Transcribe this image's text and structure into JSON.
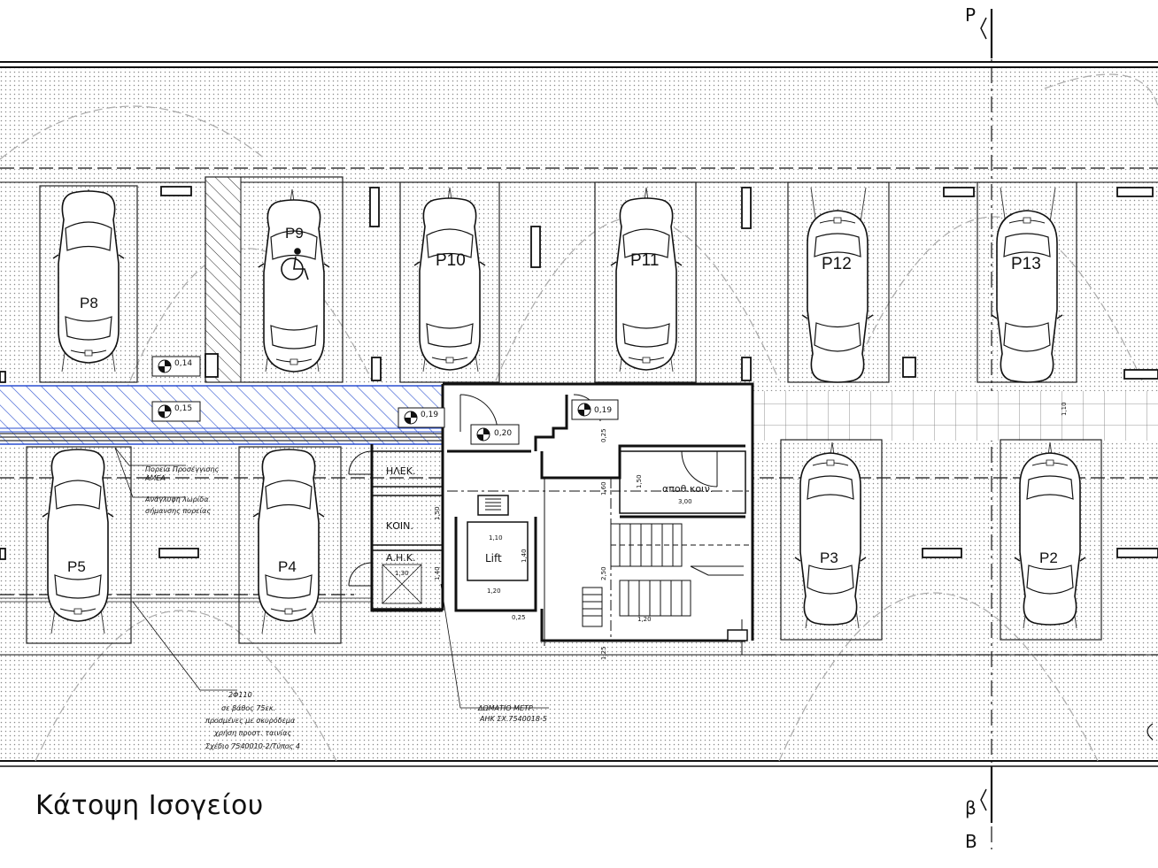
{
  "title": "Κάτοψη Ισογείου",
  "section_marks": {
    "top": "Ρ",
    "bottom_1": "β",
    "bottom_2": "Β"
  },
  "spaces_top": [
    "P8",
    "P9",
    "P10",
    "P11",
    "P12",
    "P13"
  ],
  "spaces_bottom": [
    "P5",
    "P4",
    "P3",
    "P2"
  ],
  "rooms": {
    "elec": "ΗΛΕΚ.",
    "common": "ΚΟΙΝ.",
    "ahk": "Α.Η.Κ.",
    "lift": "Lift",
    "storage": "αποθ.κοιν."
  },
  "levels": [
    "0,14",
    "0,15",
    "0,19",
    "0,20",
    "0,19"
  ],
  "dims": {
    "lift_w": "1,10",
    "lift_base": "1,20",
    "lift_side": "1,40",
    "stair_h1": "1,60",
    "stair_h2": "2,50",
    "storage_h": "1,50",
    "storage_w": "3,00",
    "d1": "0,25",
    "d2": "1,20",
    "d3": "1,40",
    "d4": "1,50",
    "d5": "1,10",
    "d6": "1,30",
    "d7": "0,25",
    "d8": "1,25"
  },
  "notes": {
    "route_1": "Πορεία Προσέγγισης",
    "route_2": "ΑΜΕΑ",
    "route_3": "Ανάγλυφη λωρίδα",
    "route_4": "σήμανσης πορείας",
    "pipe_1": "2Φ110",
    "pipe_2": "σε βάθος 75εκ.",
    "pipe_3": "προσμένες με σκυρόδεμα",
    "pipe_4": "χρήση προστ. ταινίας",
    "pipe_5": "Σχέδιο 7540010-2/Τύπος 4",
    "meter_1": "ΔΩΜΑΤΙΟ ΜΕΤΡ.",
    "meter_2": "ΑΗΚ ΣΧ.7540018-5"
  }
}
